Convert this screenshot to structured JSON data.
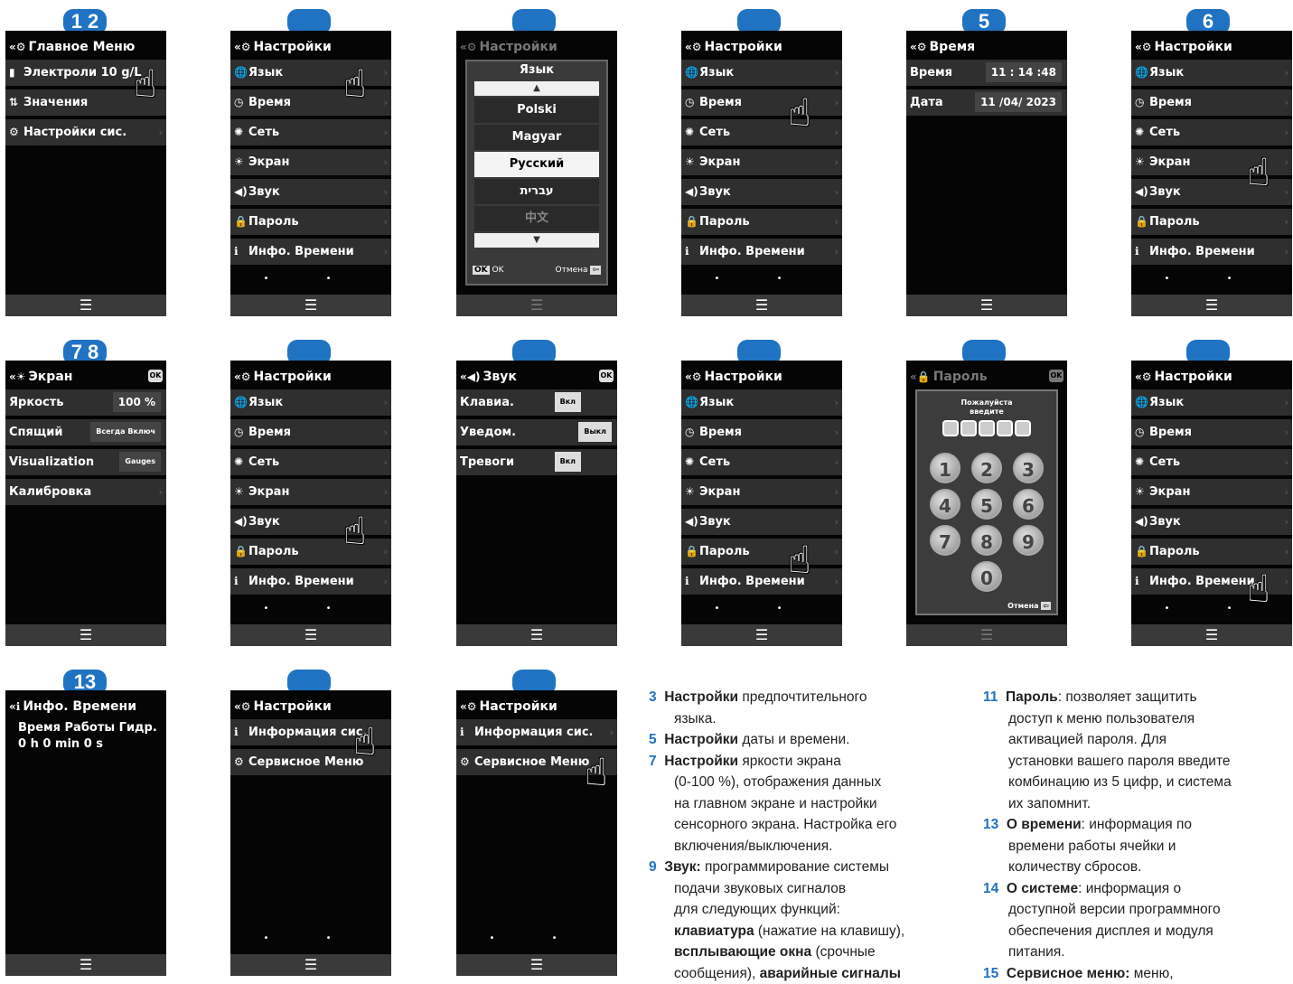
{
  "badges": {
    "b1": "1 2",
    "b5": "5",
    "b6": "6",
    "b7": "7 8",
    "b13": "13"
  },
  "screens": {
    "main": {
      "title": "Главное Меню",
      "rows": [
        "Электроли 10 g/L",
        "Значения",
        "Настройки сис."
      ]
    },
    "settings": {
      "title": "Настройки",
      "rows": [
        "Язык",
        "Время",
        "Сеть",
        "Экран",
        "Звук",
        "Пароль",
        "Инфо. Времени"
      ],
      "dots": "• •"
    },
    "language": {
      "title": "Настройки",
      "popup_title": "Язык",
      "languages": [
        "Polski",
        "Magyar",
        "Русский",
        "עברית",
        "中文"
      ],
      "ok": "OK",
      "cancel": "Отмена"
    },
    "time": {
      "title": "Время",
      "time_label": "Время",
      "time_value": "11 : 14 :48",
      "date_label": "Дата",
      "date_value": "11 /04/ 2023"
    },
    "screen": {
      "title": "Экран",
      "ok": "OK",
      "rows": [
        {
          "label": "Яркость",
          "value": "100 %"
        },
        {
          "label": "Спящий",
          "value": "Всегда Включ"
        },
        {
          "label": "Visualization",
          "value": "Gauges"
        },
        {
          "label": "Калибровка",
          "value": ""
        }
      ]
    },
    "sound": {
      "title": "Звук",
      "ok": "OK",
      "rows": [
        {
          "label": "Клавиа.",
          "value": "Вкл"
        },
        {
          "label": "Уведом.",
          "value": "Выкл"
        },
        {
          "label": "Тревоги",
          "value": "Вкл"
        }
      ]
    },
    "password": {
      "title": "Пароль",
      "ok": "OK",
      "prompt1": "Пожалуйста",
      "prompt2": "введите",
      "keys": [
        "1",
        "2",
        "3",
        "4",
        "5",
        "6",
        "7",
        "8",
        "9",
        "0"
      ],
      "cancel": "Отмена"
    },
    "timeinfo": {
      "title": "Инфо. Времени",
      "line1": "Время Работы Гидр.",
      "line2": "0 h 0 min 0 s"
    },
    "sysmenu": {
      "title": "Настройки",
      "rows": [
        "Информация сис.",
        "Сервисное Меню"
      ]
    }
  },
  "footer_icon": "list-icon",
  "notes_left": [
    {
      "num": "3",
      "bold": "Настройки",
      "text": " предпочтительного",
      "cont": [
        "языка."
      ]
    },
    {
      "num": "5",
      "bold": "Настройки",
      "text": " даты и времени.",
      "cont": []
    },
    {
      "num": "7",
      "bold": "Настройки",
      "text": " яркости экрана",
      "cont": [
        "(0-100 %), отображения данных",
        "на главном экране и настройки",
        "сенсорного экрана. Настройка его",
        "включения/выключения."
      ]
    },
    {
      "num": "9",
      "bold": "Звук:",
      "text": " программирование системы",
      "cont": [
        "подачи звуковых сигналов",
        "для следующих функций:"
      ]
    }
  ],
  "notes_left_extra": {
    "l1b": "клавиатура",
    "l1": " (нажатие на клавишу),",
    "l2b": "всплывающие окна",
    "l2": " (срочные",
    "l3": "сообщения), ",
    "l3b": "аварийные сигналы"
  },
  "notes_right": [
    {
      "num": "11",
      "bold": "Пароль",
      "text": ": позволяет защитить",
      "cont": [
        "доступ к меню пользователя",
        "активацией пароля. Для",
        "установки вашего пароля введите",
        "комбинацию из 5 цифр, и система",
        "их запомнит."
      ]
    },
    {
      "num": "13",
      "bold": "О времени",
      "text": ": информация по",
      "cont": [
        "времени работы ячейки и",
        "количеству сбросов."
      ]
    },
    {
      "num": "14",
      "bold": "О системе",
      "text": ": информация о",
      "cont": [
        "доступной версии программного",
        "обеспечения дисплея и модуля",
        "питания."
      ]
    },
    {
      "num": "15",
      "bold": "Сервисное меню:",
      "text": " меню,",
      "cont": []
    }
  ]
}
